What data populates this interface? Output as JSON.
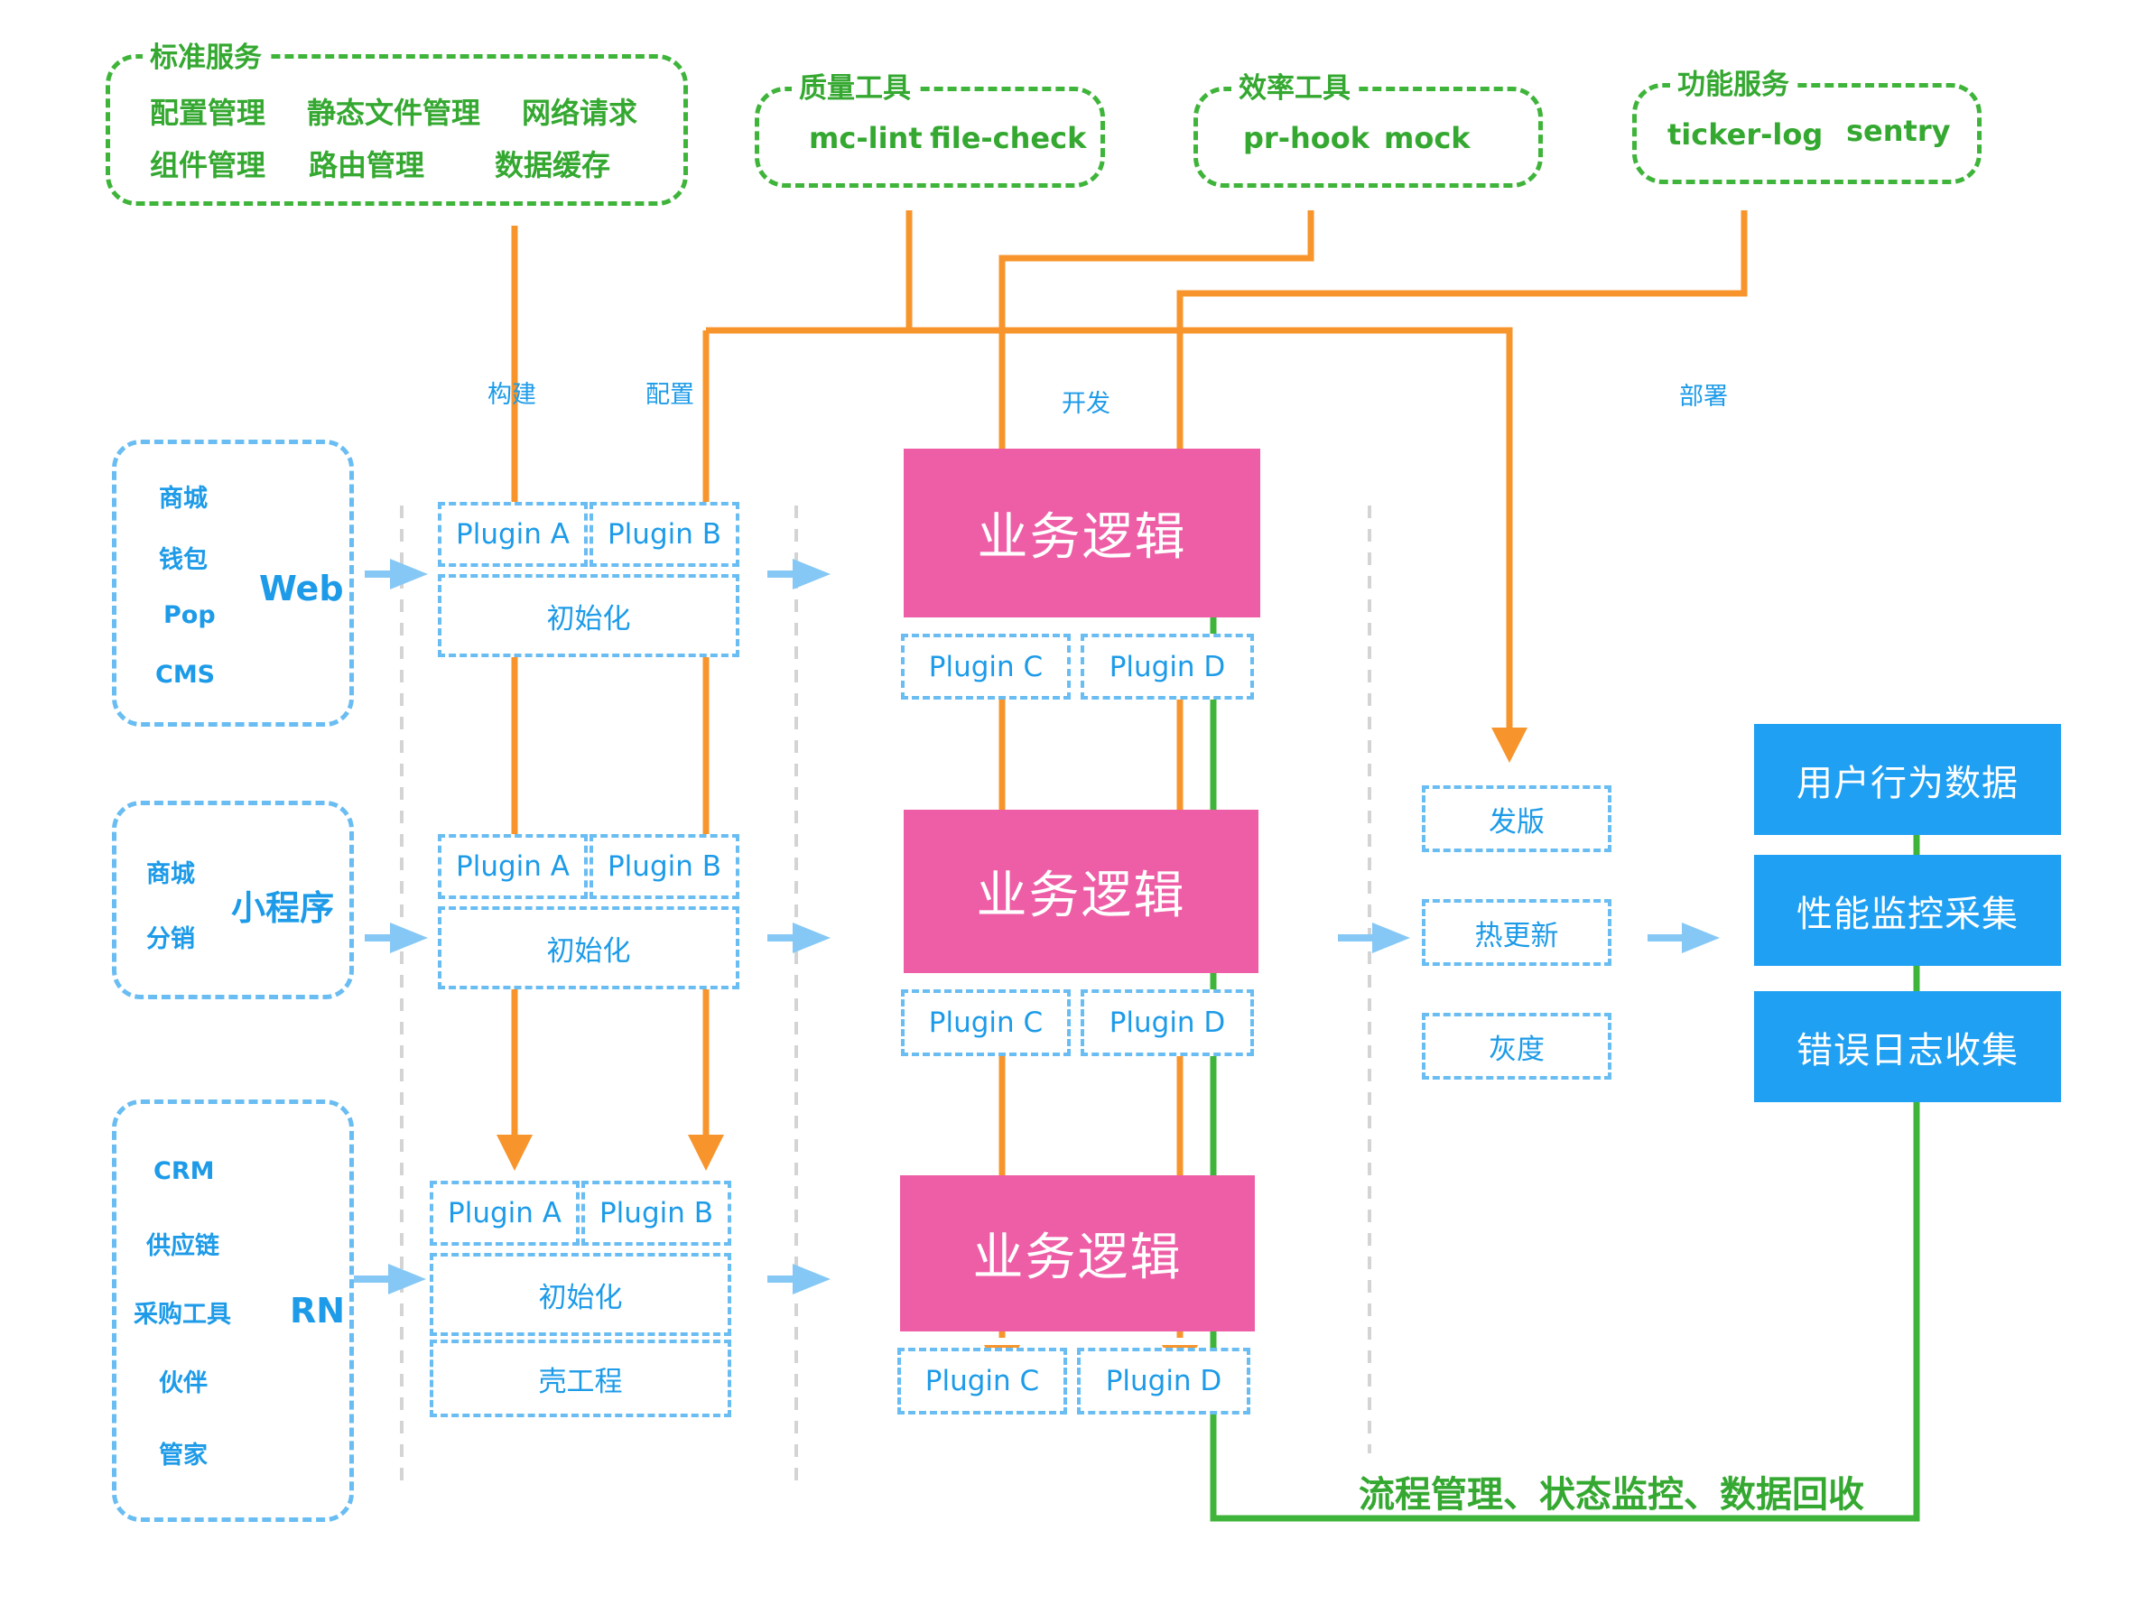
{
  "top_services": [
    {
      "title": "标准服务",
      "items": [
        "配置管理",
        "静态文件管理",
        "网络请求",
        "组件管理",
        "路由管理",
        "数据缓存"
      ]
    },
    {
      "title": "质量工具",
      "items": [
        "mc-lint",
        "file-check"
      ]
    },
    {
      "title": "效率工具",
      "items": [
        "pr-hook",
        "mock"
      ]
    },
    {
      "title": "功能服务",
      "items": [
        "ticker-log",
        "sentry"
      ]
    }
  ],
  "stages": [
    "构建",
    "配置",
    "开发",
    "部署"
  ],
  "platforms": [
    {
      "name": "Web",
      "apps": [
        "商城",
        "钱包",
        "Pop",
        "CMS"
      ]
    },
    {
      "name": "小程序",
      "apps": [
        "商城",
        "分销"
      ]
    },
    {
      "name": "RN",
      "apps": [
        "CRM",
        "供应链",
        "采购工具",
        "伙伴",
        "管家"
      ]
    }
  ],
  "build_plugins": {
    "a": "Plugin A",
    "b": "Plugin B",
    "init": "初始化",
    "shell": "壳工程"
  },
  "business": {
    "label": "业务逻辑",
    "plugin_c": "Plugin C",
    "plugin_d": "Plugin D"
  },
  "deploy_steps": [
    "发版",
    "热更新",
    "灰度"
  ],
  "monitoring": [
    "用户行为数据",
    "性能监控采集",
    "错误日志收集"
  ],
  "feedback_label": "流程管理、状态监控、数据回收",
  "colors": {
    "green": "#3fb43a",
    "orange": "#f7952c",
    "blue": "#1d9be8",
    "light_blue": "#69bdf2",
    "pink": "#ee5ea6",
    "monitor_blue": "#1fa0f2"
  }
}
